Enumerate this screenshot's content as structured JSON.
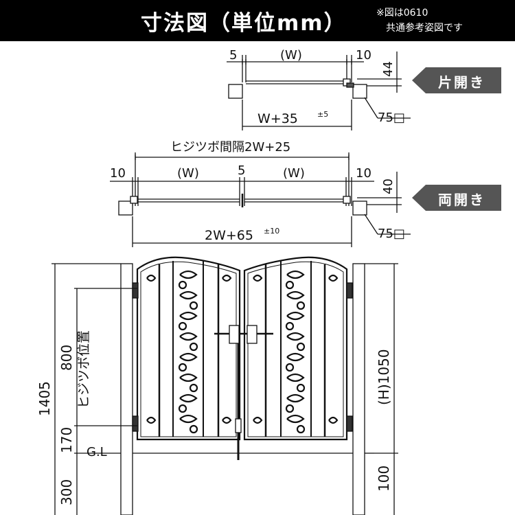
{
  "header": {
    "title": "寸法図（単位mm）",
    "note_line1": "※図は0610",
    "note_line2": "共通参考姿図です"
  },
  "tags": {
    "single": "片開き",
    "double": "両開き"
  },
  "single_plan": {
    "left_gap": "5",
    "width": "(W)",
    "right_gap": "10",
    "depth": "44",
    "total": "W+35",
    "total_tol": "±5",
    "post": "75□"
  },
  "double_plan": {
    "hinge_pitch": "ヒジツボ間隔2W+25",
    "left_gap": "10",
    "left_width": "(W)",
    "center_gap": "5",
    "right_width": "(W)",
    "right_gap": "10",
    "depth": "40",
    "total": "2W+65",
    "total_tol": "±10",
    "post": "75□"
  },
  "elevation": {
    "total_height": "1405",
    "hinge_span": "800",
    "hinge_label": "ヒジツボ位置",
    "bottom_to_hinge": "170",
    "gl": "G.L",
    "embed": "300",
    "gate_height": "(H)1050",
    "post_embed": "100"
  }
}
